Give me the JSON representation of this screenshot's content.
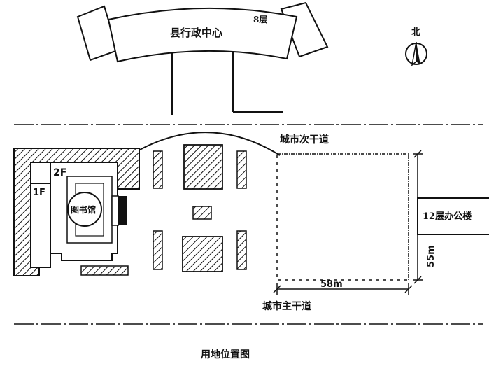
{
  "labels": {
    "admin_center": "县行政中心",
    "admin_floors": "8层",
    "north": "北",
    "secondary_road": "城市次干道",
    "main_road": "城市主干道",
    "office_building": "12层办公楼",
    "library": "图书馆",
    "floor_2f": "2F",
    "floor_1f": "1F",
    "width_dim": "58m",
    "depth_dim": "55m",
    "caption": "用地位置图"
  },
  "colors": {
    "ink": "#111111",
    "background": "#ffffff"
  },
  "icons": {
    "north_arrow": "north-arrow-icon"
  }
}
